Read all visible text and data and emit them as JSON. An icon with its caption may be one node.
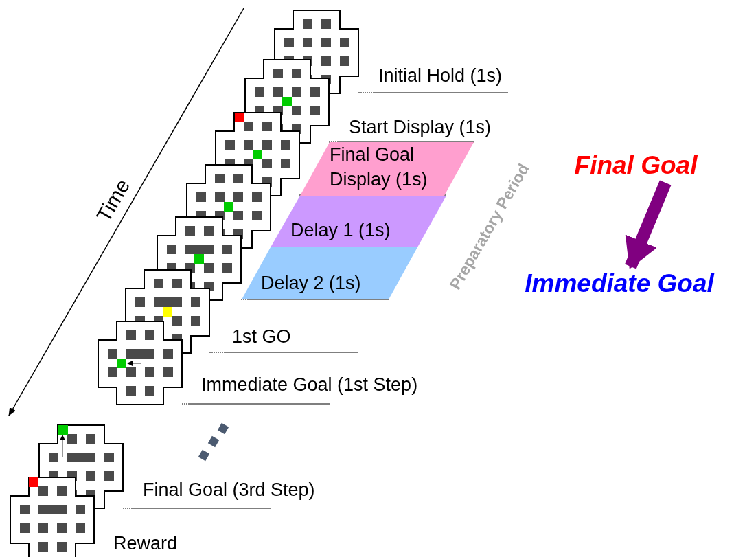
{
  "diagram": {
    "nodes": [
      {
        "text": [
          "Final Goal Display (1s)"
        ]
      },
      {
        "text": [
          "Delay 1 (1s)"
        ]
      },
      {
        "text": [
          "Delay 2 (1s)"
        ]
      },
      {
        "text": [
          "Final Goal"
        ]
      },
      {
        "text": [
          "Immediate Goal"
        ]
      }
    ],
    "edges": [
      {
        "from": 3,
        "to": 4,
        "arrow": "to",
        "color": "#800080"
      }
    ],
    "labels": [
      "Initial Hold (1s)",
      "Start Display (1s)",
      "Time",
      "Preparatory Period",
      "1st GO",
      "Immediate Goal (1st Step)",
      "Final Goal (3rd Step)",
      "Reward"
    ]
  }
}
